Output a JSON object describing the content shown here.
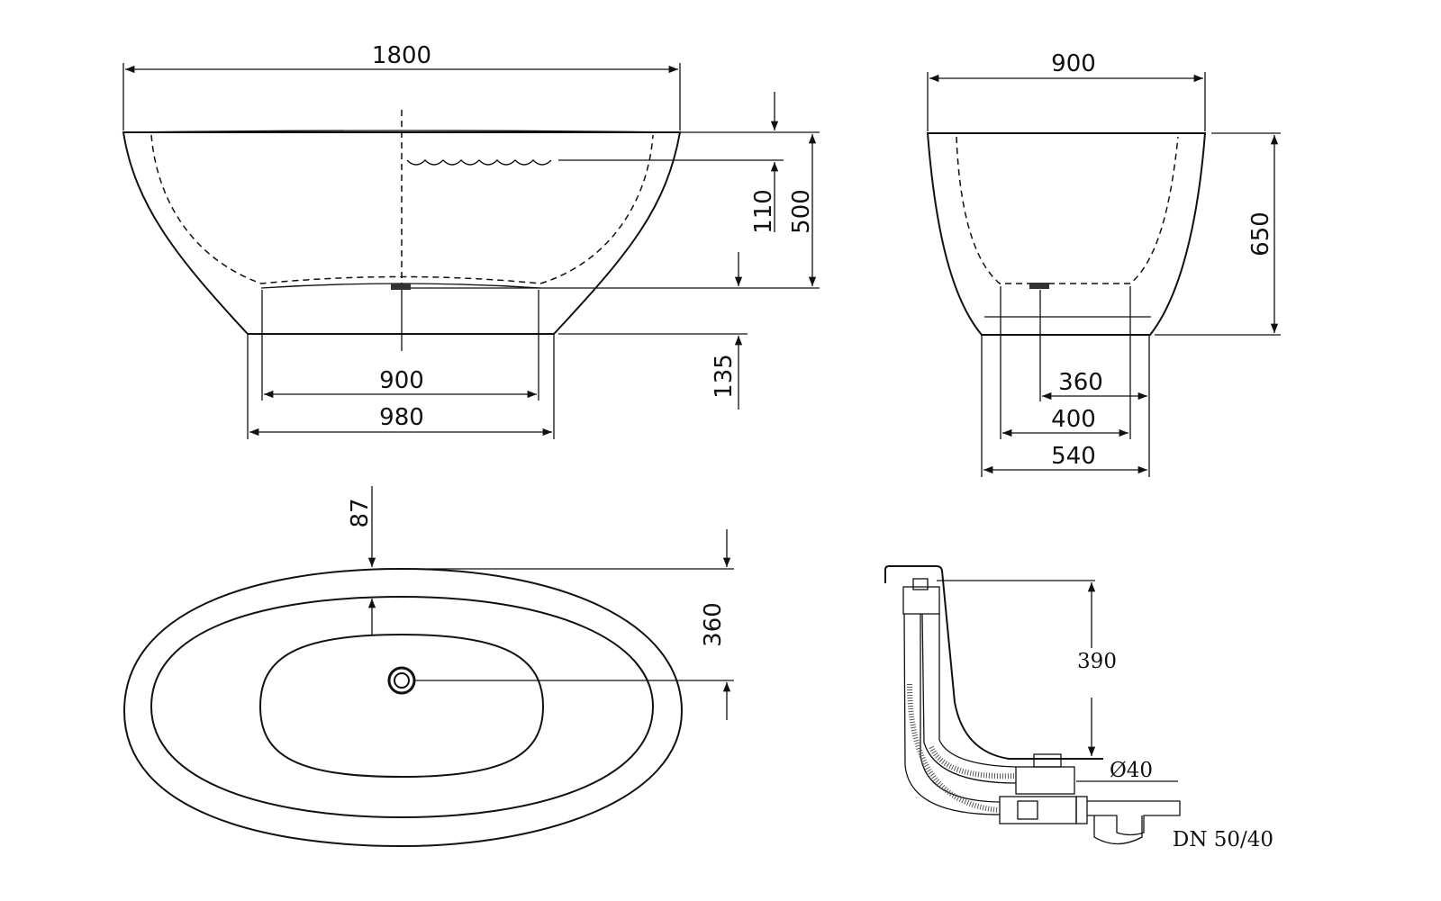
{
  "side_view": {
    "length": "1800",
    "water_level": "110",
    "depth": "500",
    "base_height": "135",
    "inner_floor": "900",
    "foot_length": "980"
  },
  "end_view": {
    "width": "900",
    "height": "650",
    "drain_offset": "360",
    "inner_floor": "400",
    "foot_width": "540"
  },
  "plan_view": {
    "rim_offset": "87",
    "drain_offset": "360"
  },
  "waste_detail": {
    "height": "390",
    "outlet_diameter": "Ø40",
    "trap_size": "DN 50/40"
  },
  "colors": {
    "line": "#111111",
    "background": "#ffffff"
  }
}
